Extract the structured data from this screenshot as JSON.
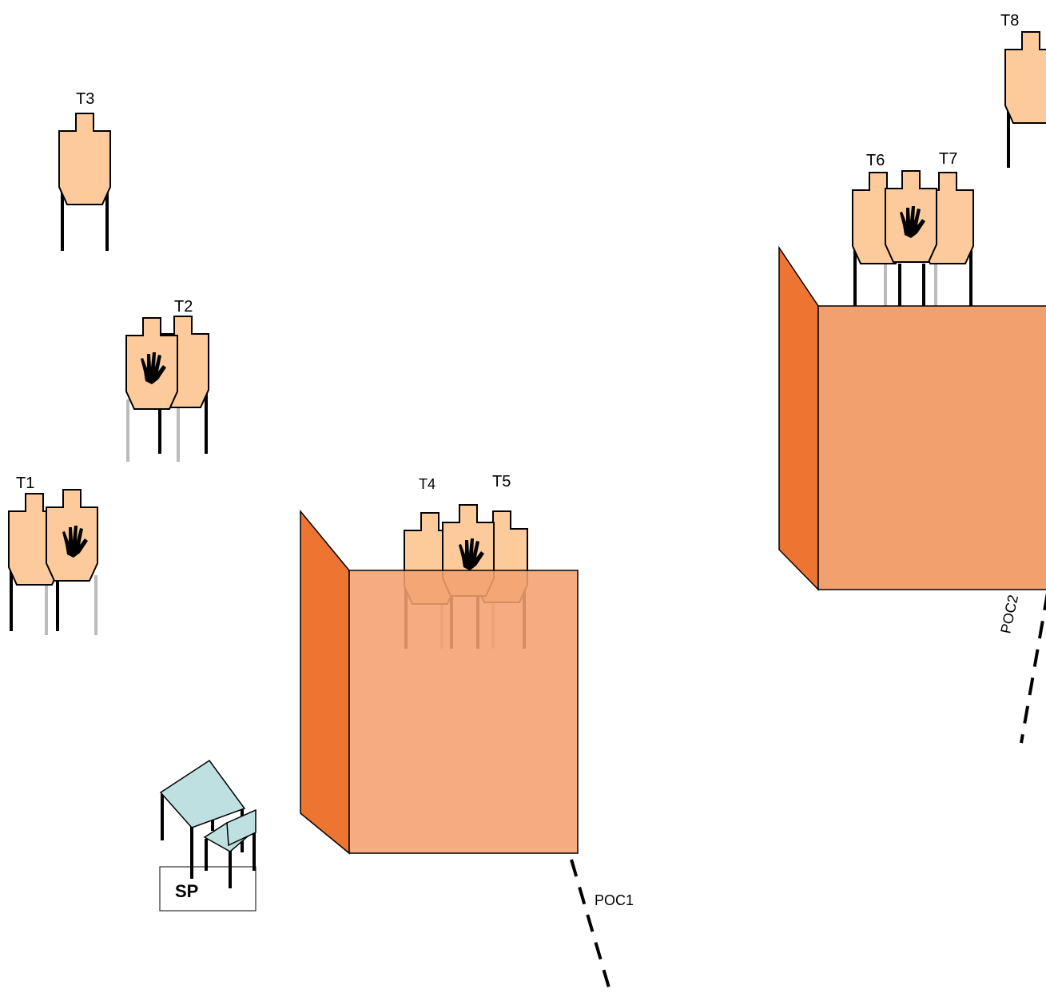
{
  "targets": {
    "t1": {
      "label": "T1"
    },
    "t2": {
      "label": "T2"
    },
    "t3": {
      "label": "T3"
    },
    "t4": {
      "label": "T4"
    },
    "t5": {
      "label": "T5"
    },
    "t6": {
      "label": "T6"
    },
    "t7": {
      "label": "T7"
    },
    "t8": {
      "label": "T8"
    }
  },
  "start_position": {
    "label": "SP"
  },
  "points_of_cover": {
    "poc1": {
      "label": "POC1"
    },
    "poc2": {
      "label": "POC2"
    }
  },
  "colors": {
    "target_fill": "#FDCB9B",
    "wall_front": "#F2A06E",
    "wall_side": "#EE7431",
    "table_fill": "#BEE0E1",
    "no_shoot_hand": "#000000",
    "rear_leg": "#BBBBBB"
  },
  "icons": {
    "no_shoot": "hand-icon",
    "table": "table-icon",
    "chair": "chair-icon"
  }
}
